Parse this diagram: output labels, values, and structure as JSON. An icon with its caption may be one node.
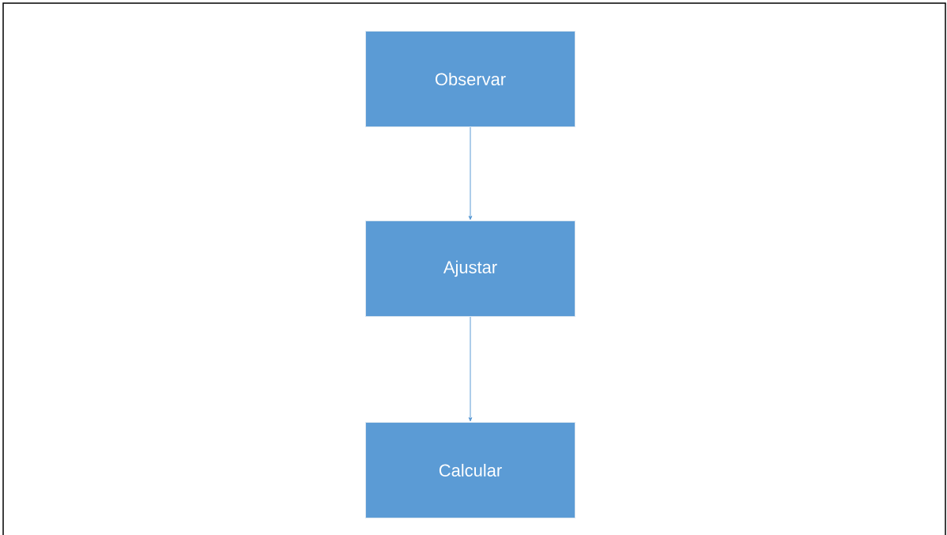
{
  "diagram": {
    "nodes": [
      {
        "text": [
          "Observar"
        ]
      },
      {
        "text": [
          "Ajustar"
        ]
      },
      {
        "text": [
          "Calcular"
        ]
      }
    ],
    "edges": [
      {
        "from": 0,
        "to": 1,
        "arrow": "to"
      },
      {
        "from": 1,
        "to": 2,
        "arrow": "to"
      }
    ]
  }
}
